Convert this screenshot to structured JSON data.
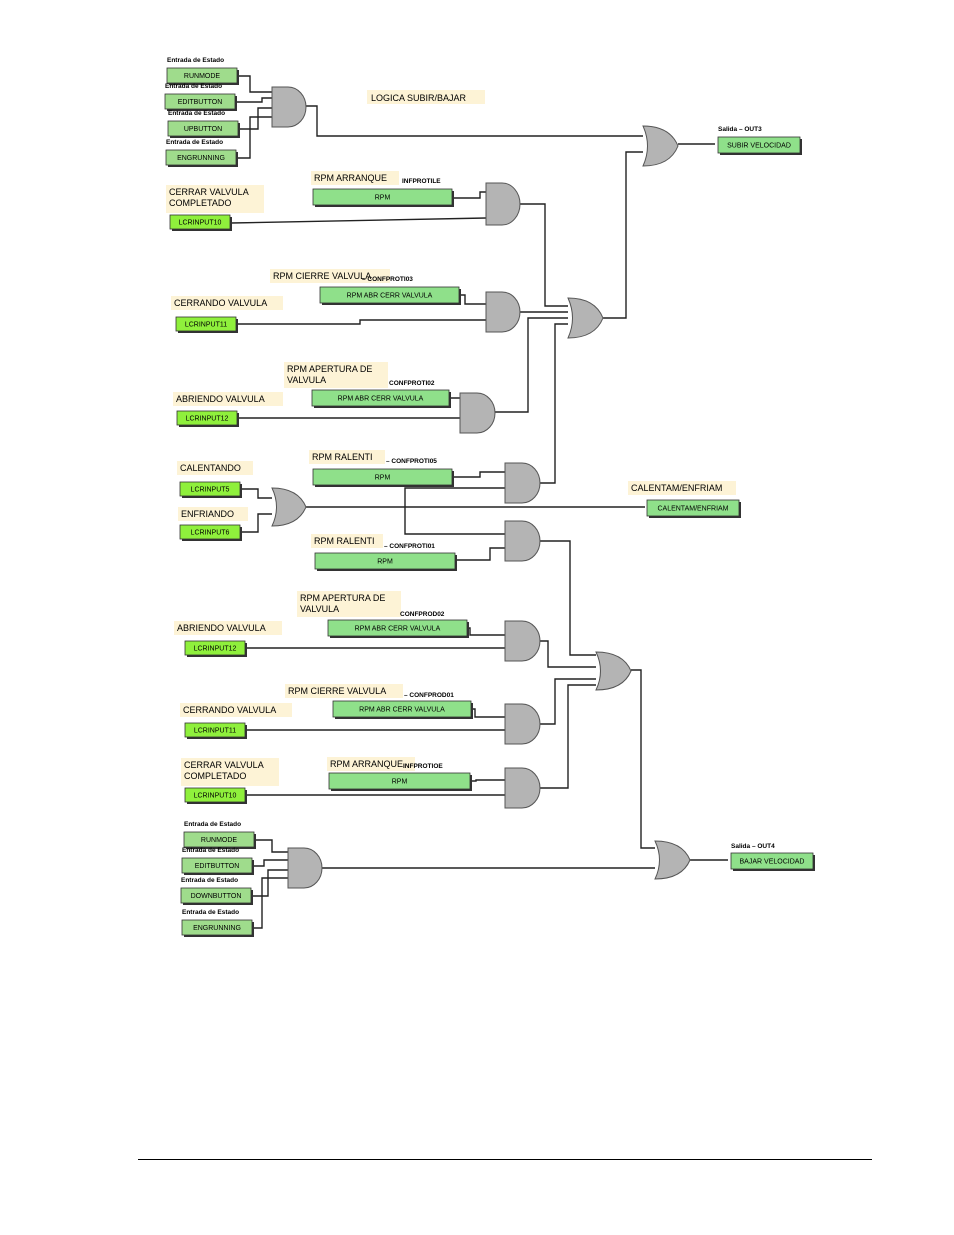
{
  "diagram": {
    "title": "LOGICA SUBIR/BAJAR",
    "colors": {
      "state_input": "#9fdc8c",
      "digital_input": "#8ff03c",
      "param_block": "#8fe08a",
      "output_block": "#8fe08a",
      "note_bg": "#fdf3d6",
      "gate_fill": "#b4b4b4"
    },
    "top_state_inputs": [
      {
        "caption": "Entrada de Estado",
        "name": "RUNMODE"
      },
      {
        "caption": "Entrada de Estado",
        "name": "EDITBUTTON"
      },
      {
        "caption": "Entrada de Estado",
        "name": "UPBUTTON"
      },
      {
        "caption": "Entrada de Estado",
        "name": "ENGRUNNING"
      }
    ],
    "bottom_state_inputs": [
      {
        "caption": "Entrada de Estado",
        "name": "RUNMODE"
      },
      {
        "caption": "Entrada de Estado",
        "name": "EDITBUTTON"
      },
      {
        "caption": "Entrada de Estado",
        "name": "DOWNBUTTON"
      },
      {
        "caption": "Entrada de Estado",
        "name": "ENGRUNNING"
      }
    ],
    "notes": [
      {
        "text": [
          "CERRAR VALVULA",
          "COMPLETADO"
        ]
      },
      {
        "text": [
          "CERRANDO VALVULA"
        ]
      },
      {
        "text": [
          "ABRIENDO VALVULA"
        ]
      },
      {
        "text": [
          "CALENTANDO"
        ]
      },
      {
        "text": [
          "ENFRIANDO"
        ]
      },
      {
        "text": [
          "ABRIENDO VALVULA"
        ]
      },
      {
        "text": [
          "CERRANDO VALVULA"
        ]
      },
      {
        "text": [
          "CERRAR VALVULA",
          "COMPLETADO"
        ]
      },
      {
        "text": [
          "RPM ARRANQUE"
        ]
      },
      {
        "text": [
          "RPM CIERRE VALVULA"
        ]
      },
      {
        "text": [
          "RPM APERTURA DE",
          "VALVULA"
        ]
      },
      {
        "text": [
          "RPM RALENTI"
        ]
      },
      {
        "text": [
          "RPM RALENTI"
        ]
      },
      {
        "text": [
          "RPM APERTURA DE",
          "VALVULA"
        ]
      },
      {
        "text": [
          "RPM CIERRE VALVULA"
        ]
      },
      {
        "text": [
          "RPM ARRANQUE"
        ]
      },
      {
        "text": [
          "CALENTAM/ENFRIAM"
        ]
      }
    ],
    "digital_inputs": [
      {
        "name": "LCRINPUT10"
      },
      {
        "name": "LCRINPUT11"
      },
      {
        "name": "LCRINPUT12"
      },
      {
        "name": "LCRINPUT5"
      },
      {
        "name": "LCRINPUT6"
      },
      {
        "name": "LCRINPUT12"
      },
      {
        "name": "LCRINPUT11"
      },
      {
        "name": "LCRINPUT10"
      }
    ],
    "params": [
      {
        "name": "RPM",
        "tag": "INFPROTILE"
      },
      {
        "name": "RPM ABR CERR VALVULA",
        "tag": "– CONFPROTI03"
      },
      {
        "name": "RPM ABR CERR VALVULA",
        "tag": "CONFPROTI02"
      },
      {
        "name": "RPM",
        "tag": "– CONFPROTI05"
      },
      {
        "name": "RPM",
        "tag": "– CONFPROTI01"
      },
      {
        "name": "RPM ABR CERR VALVULA",
        "tag": "CONFPROD02"
      },
      {
        "name": "RPM ABR CERR VALVULA",
        "tag": "– CONFPROD01"
      },
      {
        "name": "RPM",
        "tag": "INFPROTIOE"
      }
    ],
    "outputs": [
      {
        "caption": "Salida – OUT3",
        "name": "SUBIR VELOCIDAD"
      },
      {
        "name": "CALENTAM/ENFRIAM"
      },
      {
        "caption": "Salida – OUT4",
        "name": "BAJAR VELOCIDAD"
      }
    ]
  }
}
